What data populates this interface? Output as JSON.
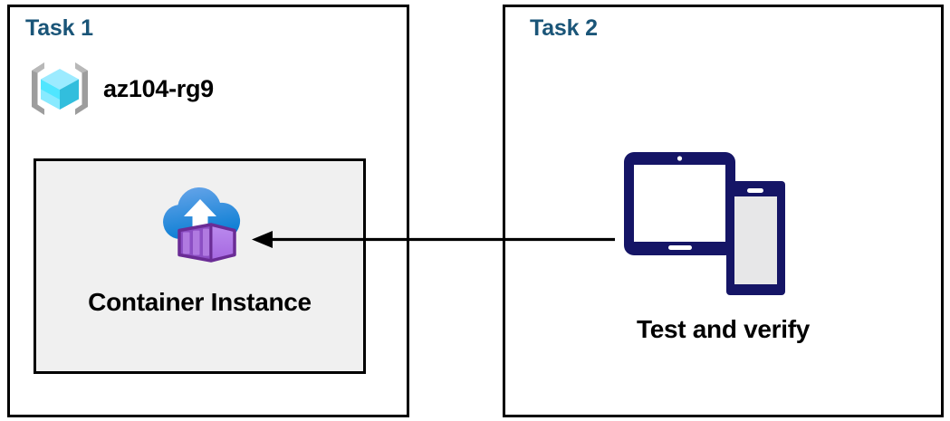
{
  "diagram": {
    "panels": [
      {
        "id": "task1",
        "title": "Task 1",
        "resource_group": {
          "label": "az104-rg9",
          "icon": "azure-resource-group-icon"
        },
        "resource": {
          "label": "Container Instance",
          "icon": "azure-container-instance-icon"
        }
      },
      {
        "id": "task2",
        "title": "Task 2",
        "action": {
          "label": "Test and verify",
          "icon": "tablet-and-phone-devices-icon"
        }
      }
    ],
    "connector": {
      "name": "arrow-task2-to-container-instance",
      "direction": "right-to-left",
      "icon": "left-arrow-icon"
    },
    "colors": {
      "panel_border": "#000000",
      "title_blue": "#1a5578",
      "inner_box_fill": "#f0f0f0",
      "inner_box_border": "#000000",
      "device_navy": "#151566",
      "container_purple": "#b179e8",
      "container_purple_dark": "#6a2c95",
      "cloud_blue_light": "#5ea0e6",
      "cloud_blue_dark": "#0f7ed1",
      "rg_cube_cyan": "#50e6ff",
      "rg_bracket_grey": "#a3a3a3",
      "arrow_black": "#000000",
      "text_black": "#000000"
    }
  }
}
